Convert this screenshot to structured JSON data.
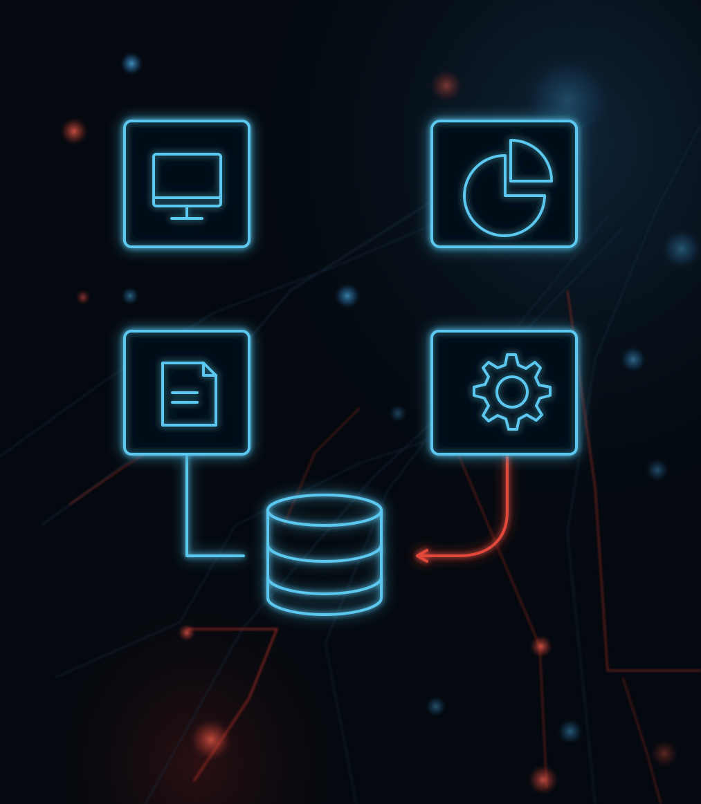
{
  "diagram": {
    "nodes": [
      {
        "id": "monitor",
        "icon": "monitor-icon"
      },
      {
        "id": "chart",
        "icon": "pie-chart-icon"
      },
      {
        "id": "settings",
        "icon": "gear-icon"
      },
      {
        "id": "document",
        "icon": "document-icon"
      },
      {
        "id": "database",
        "icon": "database-icon"
      }
    ],
    "edges": [
      {
        "from": "monitor",
        "to": "chart",
        "color": "cyan"
      },
      {
        "from": "chart",
        "to": "settings",
        "color": "cyan"
      },
      {
        "from": "settings",
        "to": "document",
        "color": "cyan"
      },
      {
        "from": "document",
        "to": "database",
        "color": "cyan"
      },
      {
        "from": "settings",
        "to": "database",
        "color": "red"
      }
    ]
  },
  "colors": {
    "background": "#04090f",
    "primary_glow": "#5cc8f0",
    "accent_glow": "#e2483a",
    "circuit_red": "#b7322a",
    "light_dot_blue": "#2e86c1"
  }
}
